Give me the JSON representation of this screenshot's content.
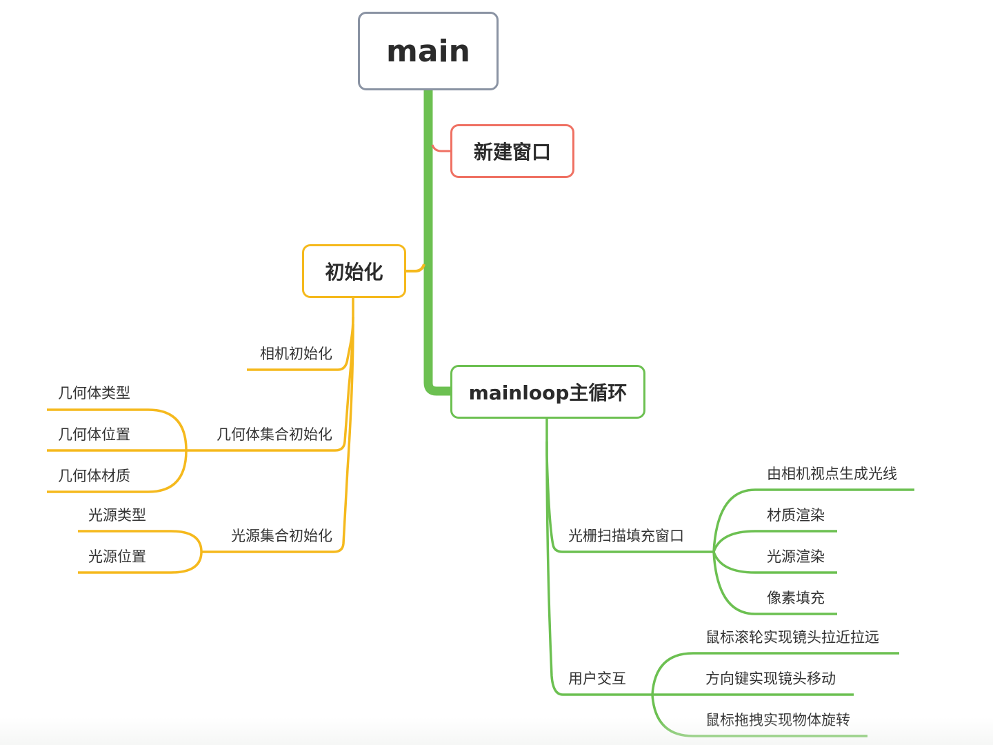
{
  "root": {
    "label": "main"
  },
  "branches": {
    "window": {
      "label": "新建窗口"
    },
    "init": {
      "label": "初始化",
      "camera": "相机初始化",
      "geometry": {
        "label": "几何体集合初始化",
        "children": [
          "几何体类型",
          "几何体位置",
          "几何体材质"
        ]
      },
      "lights": {
        "label": "光源集合初始化",
        "children": [
          "光源类型",
          "光源位置"
        ]
      }
    },
    "mainloop": {
      "label": "mainloop主循环",
      "raster": {
        "label": "光栅扫描填充窗口",
        "children": [
          "由相机视点生成光线",
          "材质渲染",
          "光源渲染",
          "像素填充"
        ]
      },
      "interaction": {
        "label": "用户交互",
        "children": [
          "鼠标滚轮实现镜头拉近拉远",
          "方向键实现镜头移动",
          "鼠标拖拽实现物体旋转"
        ]
      }
    }
  },
  "colors": {
    "root": "#8a93a3",
    "window": "#ef7163",
    "init": "#f5b91d",
    "mainloop": "#6cc051",
    "spine": "#6cc051"
  }
}
